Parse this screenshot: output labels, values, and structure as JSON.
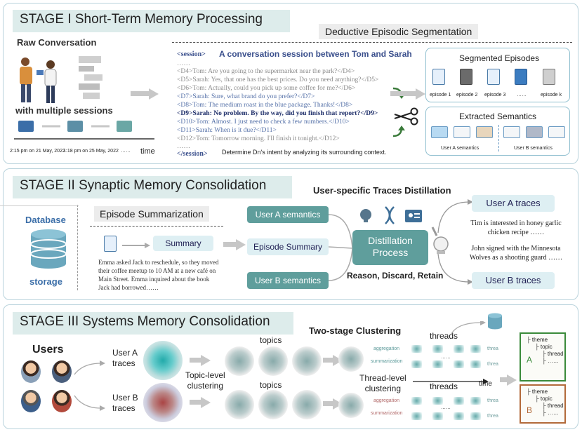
{
  "stage1": {
    "title": "STAGE I Short-Term Memory Processing",
    "raw_conversation": "Raw Conversation",
    "multiple_sessions": "with multiple sessions",
    "time_label": "time",
    "timestamp_1": "2:15 pm on 21 May, 2022",
    "timestamp_2": "1:18 pm on 25 May, 2022",
    "timestamp_dots": "……",
    "segmentation_title": "Deductive Episodic Segmentation",
    "session_open": "<session>",
    "session_title": "A conversation session between Tom and Sarah",
    "ellipsis": "……",
    "lines": [
      "<D4>Tom: Are you going to the supermarket near the park?</D4>",
      "<D5>Sarah: Yes, that one has the best prices. Do you need anything?</D5>",
      "<D6>Tom: Actually, could you pick up some coffee for me?</D6>",
      "<D7>Sarah: Sure, what brand do you prefer?</D7>",
      "<D8>Tom: The medium roast in the blue package. Thanks!</D8>",
      "<D9>Sarah: No problem. By the way, did you finish that report?</D9>",
      "<D10>Tom: Almost. I just need to check a few numbers.</D10>",
      "<D11>Sarah: When is it due?</D11>",
      "<D12>Tom: Tomorrow morning. I'll finish it tonight.</D12>"
    ],
    "ellipsis2": "……",
    "session_close": "</session>",
    "intent_note": "Determine Dn's intent by analyzing its surrounding context.",
    "segmented_title": "Segmented Episodes",
    "episodes": [
      "episode 1",
      "episode 2",
      "episode 3",
      "……",
      "episode k"
    ],
    "extracted_title": "Extracted Semantics",
    "user_a_semantics": "User A semantics",
    "user_b_semantics": "User B semantics"
  },
  "stage2": {
    "title": "STAGE II Synaptic Memory Consolidation",
    "database": "Database",
    "storage": "storage",
    "episode_summarization": "Episode Summarization",
    "summary_label": "Summary",
    "summary_text": "Emma asked Jack to reschedule, so they moved their coffee meetup to 10 AM at a new café on Main Street. Emma inquired about the book Jack had borrowed……",
    "traces_title": "User-specific Traces Distillation",
    "user_a_semantics": "User A semantics",
    "episode_summary": "Episode Summary",
    "user_b_semantics": "User B semantics",
    "distillation": "Distillation\nProcess",
    "reason": "Reason, Discard, Retain",
    "user_a_traces": "User A traces",
    "user_b_traces": "User B traces",
    "trace_1": "Tim is interested in honey garlic chicken recipe ……",
    "trace_2": "John signed with the Minnesota Wolves as a shooting guard ……"
  },
  "stage3": {
    "title": "STAGE III Systems Memory Consolidation",
    "users": "Users",
    "user_a_traces": "User A\ntraces",
    "user_b_traces": "User B\ntraces",
    "topic_level": "Topic-level\nclustering",
    "topics_1": "topics",
    "topics_2": "topics",
    "two_stage": "Two-stage  Clustering",
    "threads_1": "threads",
    "threads_2": "threads",
    "thread_level": "Thread-level\nclustering",
    "time_label": "time",
    "aggregation": "aggregation",
    "summarization": "summarization",
    "thread_short": "threa",
    "dots": "……",
    "theme_a": [
      "├ theme",
      "├ topic",
      "├ thread",
      "├ ……"
    ],
    "theme_b": [
      "├ theme",
      "├ topic",
      "├ thread",
      "├ ……"
    ],
    "letter_a": "A",
    "letter_b": "B"
  },
  "colors": {
    "panel_border": "#b9d3dc",
    "title_bg": "#ddeceb",
    "teal": "#5f9e9c",
    "light_blue": "#deeff3",
    "session_blue": "#3a4f8c"
  }
}
